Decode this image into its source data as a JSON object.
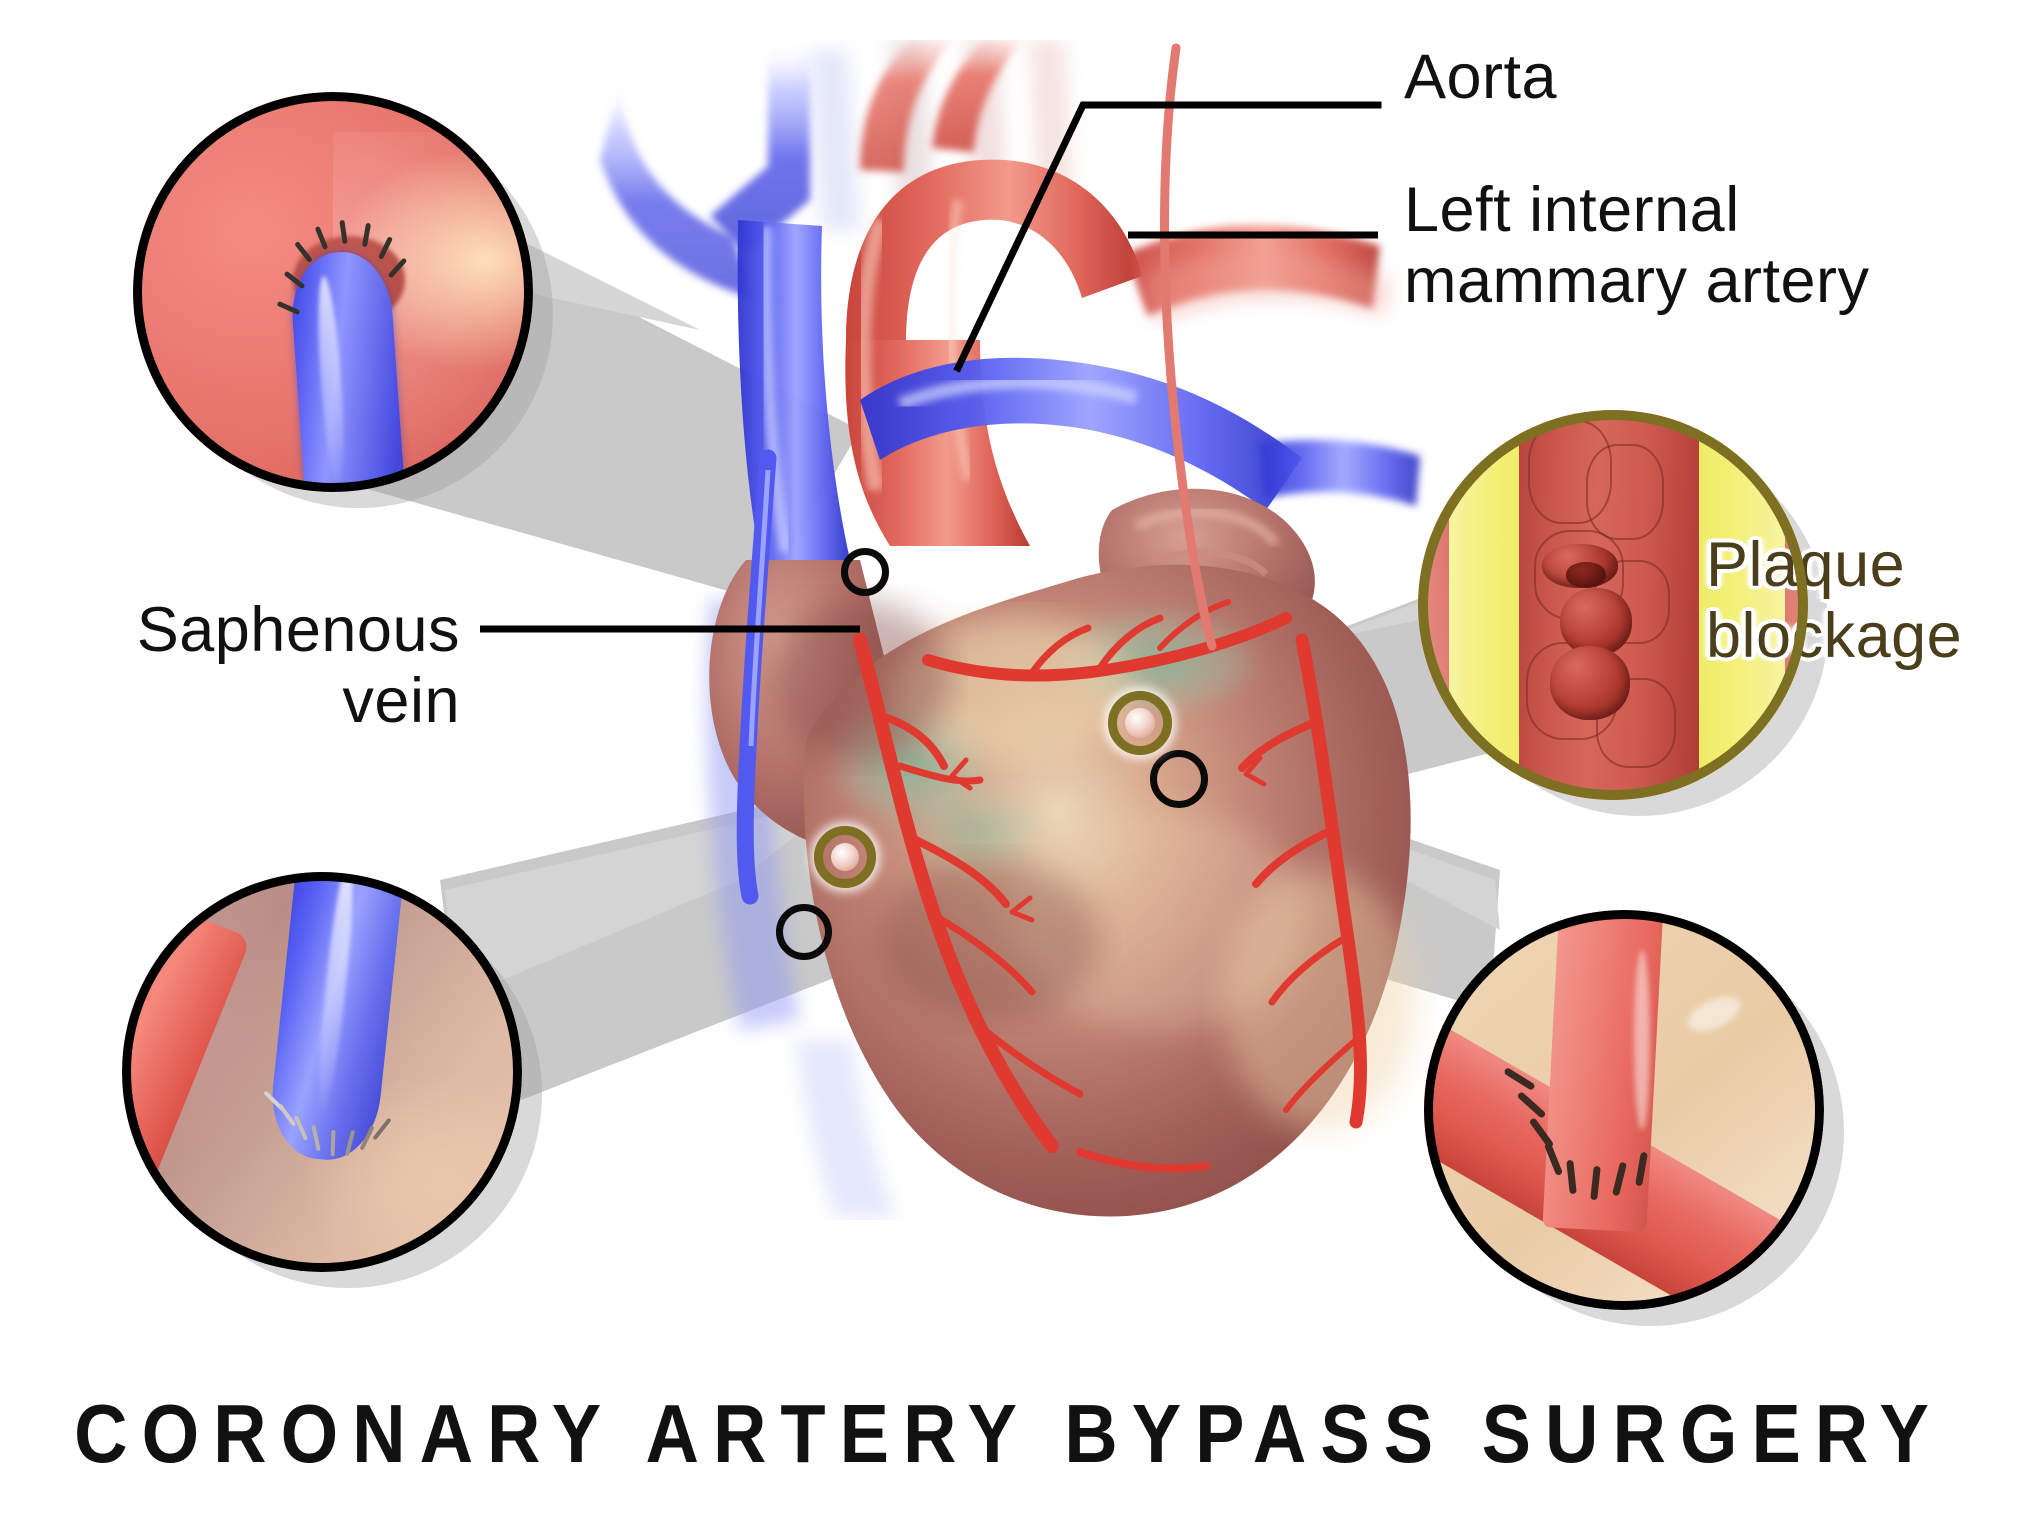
{
  "title": "CORONARY ARTERY BYPASS SURGERY",
  "labels": {
    "aorta": "Aorta",
    "lima": "Left internal\nmammary artery",
    "saphenous": "Saphenous\nvein",
    "plaque": "Plaque\nblockage"
  },
  "colors": {
    "artery_red": "#e8776e",
    "vein_blue": "#5a62f2",
    "plaque_yellow": "#f2ef6a",
    "plaque_label": "#4a3f1a",
    "olive_ring": "#7d7022",
    "black_ring": "#0a0a0a",
    "callout_gray": "#c9c9c9",
    "title_black": "#111111",
    "background": "#ffffff"
  },
  "insets": [
    {
      "id": "proximal-anastomosis",
      "name": "Saphenous vein to aorta anastomosis",
      "ring_color": "#000000",
      "contents": "Blue saphenous vein graft sutured onto salmon-pink aortic wall"
    },
    {
      "id": "distal-vein-anastomosis",
      "name": "Saphenous vein to coronary artery anastomosis",
      "ring_color": "#000000",
      "contents": "Blue saphenous vein graft sutured onto red coronary artery"
    },
    {
      "id": "plaque-blockage",
      "name": "Plaque blockage cross-section",
      "ring_color": "#7d7022",
      "contents": "Yellow atherosclerotic plaque narrowing a red arterial lumen"
    },
    {
      "id": "lima-anastomosis",
      "name": "Left internal mammary artery to coronary artery anastomosis",
      "ring_color": "#000000",
      "contents": "Pink mammary artery sutured onto red coronary artery"
    }
  ],
  "markers": [
    {
      "id": "marker-aorta-graft",
      "type": "anastomosis",
      "color": "#0a0a0a"
    },
    {
      "id": "marker-distal-vein",
      "type": "anastomosis",
      "color": "#0a0a0a"
    },
    {
      "id": "marker-lima-distal",
      "type": "anastomosis",
      "color": "#0a0a0a"
    },
    {
      "id": "marker-plaque-left",
      "type": "blockage",
      "color": "#7d7022"
    },
    {
      "id": "marker-plaque-right",
      "type": "blockage",
      "color": "#7d7022"
    }
  ],
  "anatomy": [
    "Aorta",
    "Aortic arch",
    "Brachiocephalic trunk",
    "Left common carotid artery",
    "Left subclavian artery",
    "Superior vena cava",
    "Pulmonary trunk",
    "Left internal mammary artery graft",
    "Saphenous vein graft",
    "Left anterior descending coronary artery",
    "Left ventricle",
    "Right ventricle"
  ]
}
